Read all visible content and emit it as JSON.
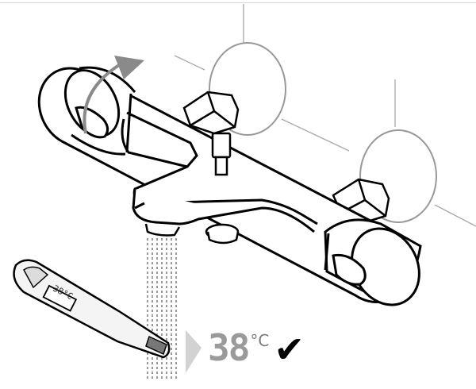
{
  "illustration": {
    "temperature_value": "38",
    "temperature_unit": "°C",
    "confirm_symbol": "✔",
    "thermometer_display": "38°C"
  },
  "colors": {
    "outline": "#000000",
    "wall_lines": "#9a9a9a",
    "arrow": "#8a8a8a",
    "digits": "#9a9a9a",
    "water": "#555555"
  },
  "icons": [
    "rotate-arrow-icon",
    "thermometer-icon",
    "checkmark-icon",
    "play-arrow-icon"
  ]
}
